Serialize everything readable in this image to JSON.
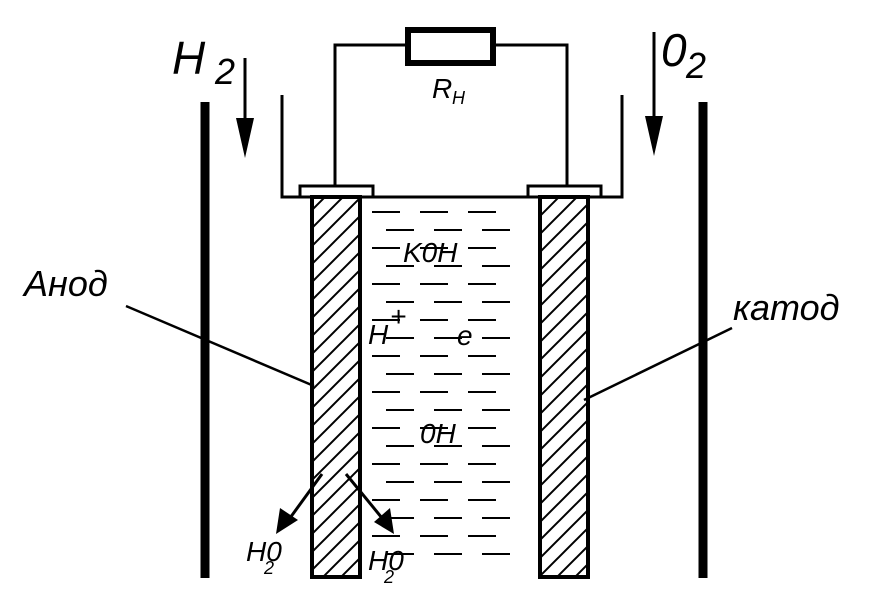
{
  "labels": {
    "hydrogen": "H",
    "hydrogen_sub": "2",
    "oxygen": "0",
    "oxygen_sub": "2",
    "resistor": "R",
    "resistor_sub": "H",
    "anode": "Анод",
    "cathode": "катод",
    "electrolyte": "K0H",
    "proton": "H",
    "proton_charge": "+",
    "electron": "e",
    "hydroxide": "0H",
    "water_left": "H0",
    "water_left_sub": "2",
    "water_right": "H0",
    "water_right_sub": "2"
  },
  "colors": {
    "ink": "#000000",
    "background": "#ffffff"
  }
}
